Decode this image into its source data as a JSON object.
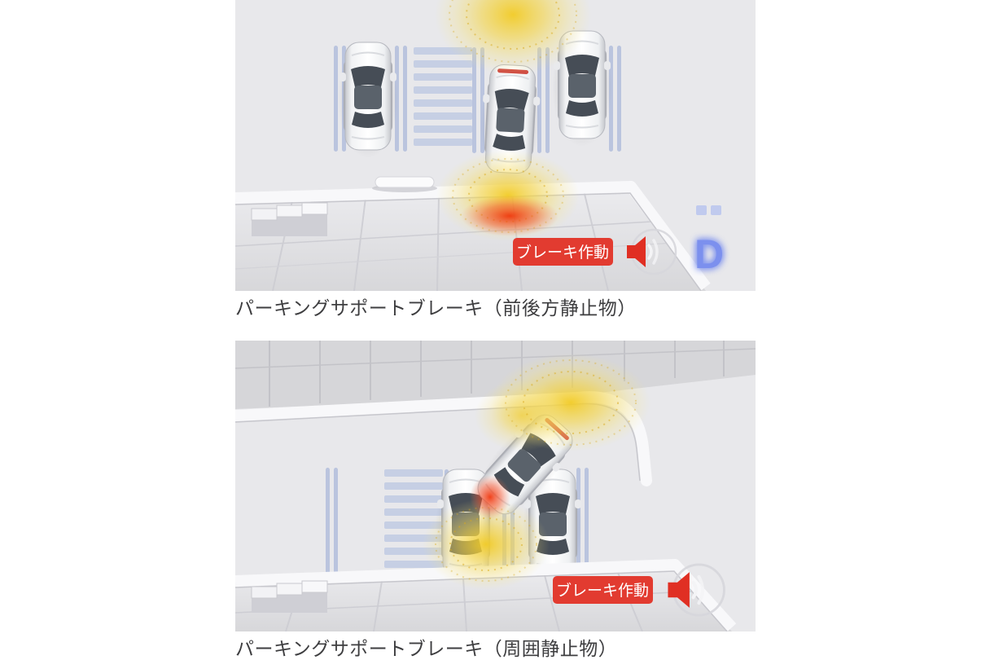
{
  "page": {
    "background": "#ffffff"
  },
  "figures": [
    {
      "name": "parking-support-brake-front-rear",
      "caption": "パーキングサポートブレーキ（前後方静止物）",
      "badge_label": "ブレーキ作動",
      "gear_indicator": "D",
      "icons": [
        "speaker-icon",
        "gear-indicator"
      ]
    },
    {
      "name": "parking-support-brake-surroundings",
      "caption": "パーキングサポートブレーキ（周囲静止物）",
      "badge_label": "ブレーキ作動",
      "icons": [
        "speaker-icon"
      ]
    }
  ],
  "colors": {
    "badge_background": "#e23b30",
    "badge_text": "#ffffff",
    "speaker_icon": "#e02f23",
    "gear_indicator": "#7b90ee",
    "caption_text": "#3e3e40",
    "scene_background": "#e8e8eb",
    "sensor_wave_yellow": "#f2cb25",
    "warning_red": "#ef3208",
    "parking_line_blue": "#bac4de"
  }
}
